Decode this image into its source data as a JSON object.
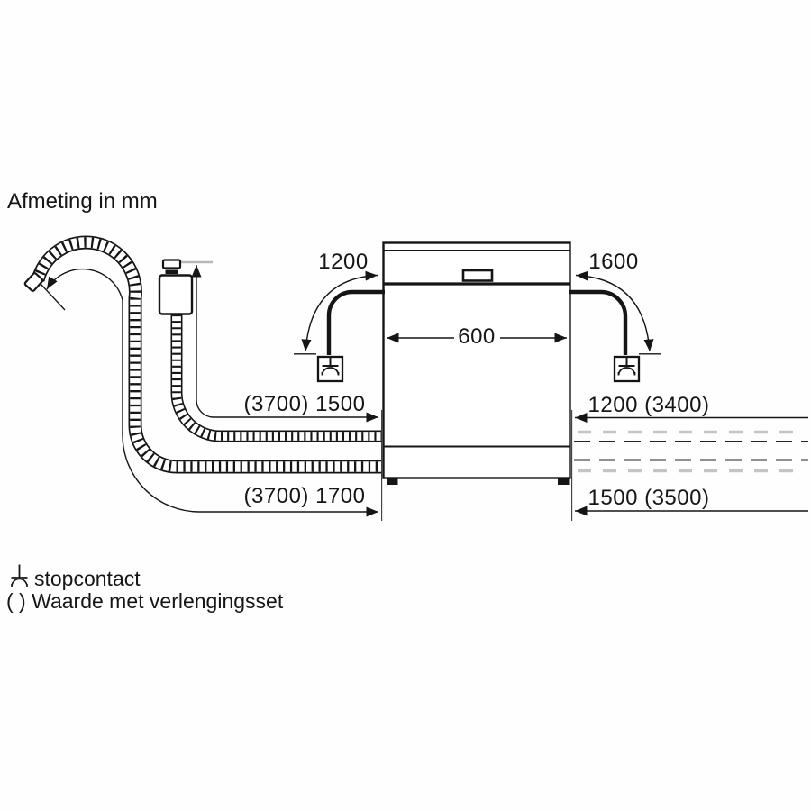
{
  "title": "Afmeting in mm",
  "dimensions": {
    "power_cord_left": "1200",
    "power_cord_right": "1600",
    "appliance_width": "600",
    "supply_hose_length": "(3700) 1500",
    "inlet_right_length": "1200 (3400)",
    "drain_hose_length": "(3700) 1700",
    "drain_right_length": "1500 (3500)"
  },
  "legend": {
    "socket_label": "stopcontact",
    "extension_note": "( ) Waarde met verlengingsset"
  },
  "icons": {
    "socket_symbol": "schuko-socket",
    "tap_connection": "aquastop-tap"
  },
  "colors": {
    "line": "#151515",
    "gray_dash": "#c4c4c4",
    "gray_datum": "#b8b8b8",
    "background": "#fefefe"
  }
}
